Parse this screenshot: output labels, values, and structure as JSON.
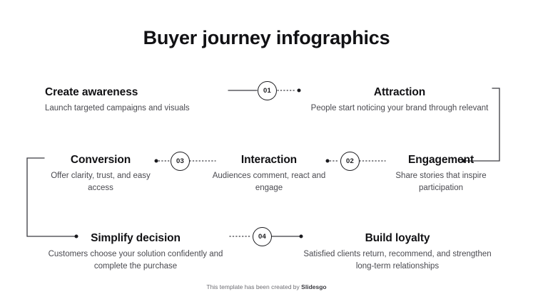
{
  "title": "Buyer journey infographics",
  "nodes": [
    {
      "id": "01",
      "label": "01"
    },
    {
      "id": "02",
      "label": "02"
    },
    {
      "id": "03",
      "label": "03"
    },
    {
      "id": "04",
      "label": "04"
    }
  ],
  "steps": [
    {
      "key": "create-awareness",
      "heading": "Create awareness",
      "body": "Launch targeted campaigns and visuals"
    },
    {
      "key": "attraction",
      "heading": "Attraction",
      "body": "People start noticing your brand through relevant"
    },
    {
      "key": "engagement",
      "heading": "Engagement",
      "body": "Share stories that inspire participation"
    },
    {
      "key": "interaction",
      "heading": "Interaction",
      "body": "Audiences comment, react and engage"
    },
    {
      "key": "conversion",
      "heading": "Conversion",
      "body": "Offer clarity, trust, and easy access"
    },
    {
      "key": "simplify-decision",
      "heading": "Simplify decision",
      "body": "Customers choose your solution confidently and complete the purchase"
    },
    {
      "key": "build-loyalty",
      "heading": "Build loyalty",
      "body": "Satisfied clients return, recommend, and strengthen long-term relationships"
    }
  ],
  "footer": {
    "text": "This template has been created by",
    "brand": "Slidesgo"
  },
  "colors": {
    "heading": "#111114",
    "body": "#4a4a50",
    "line": "#3a3a40",
    "node_stroke": "#1a1a1e",
    "background": "#ffffff"
  }
}
